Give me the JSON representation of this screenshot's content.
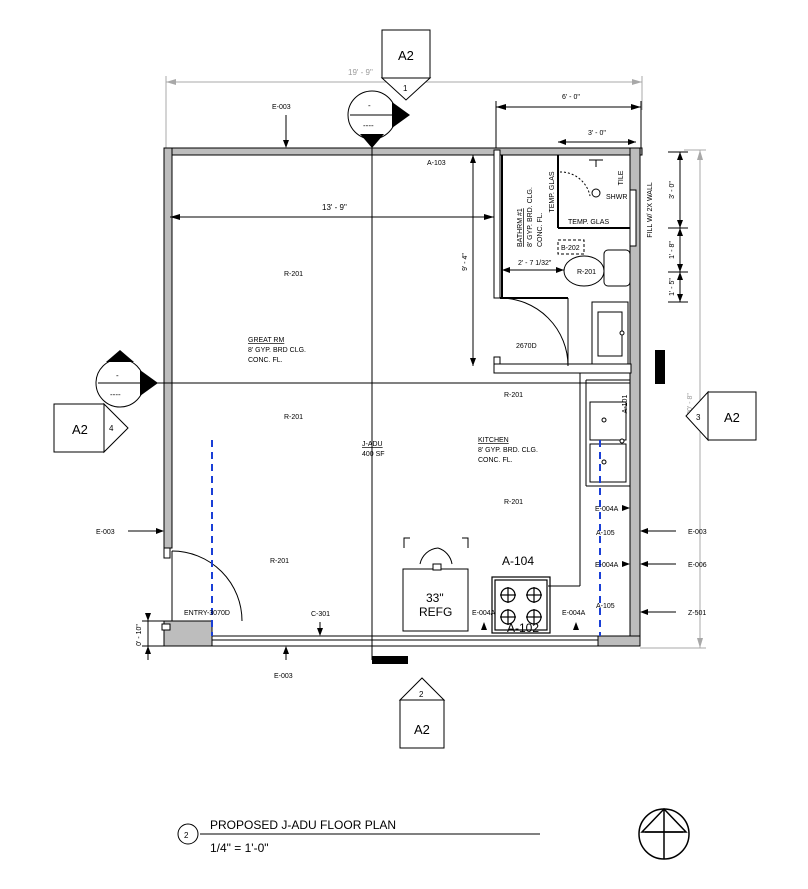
{
  "plan": {
    "title": "PROPOSED J-ADU FLOOR PLAN",
    "scale": "1/4\"  =  1'-0\"",
    "view_number": "2"
  },
  "dimensions": {
    "overall_width": "19' - 9\"",
    "overall_depth": "20' - 8\"",
    "great_room_width": "13' - 9\"",
    "bath_width": "6' - 0\"",
    "shower_width": "3' - 0\"",
    "bath_depth": "9' - 4\"",
    "toilet_offset": "2' - 7 1/32\"",
    "shower_depth": "3' - 0\"",
    "seg_1_8": "1' - 8\"",
    "seg_1_5": "1' - 5\"",
    "entry_step": "0' - 10\""
  },
  "sections": {
    "top": {
      "sheet": "A2",
      "number": "1"
    },
    "right": {
      "sheet": "A2",
      "number": "3"
    },
    "bottom": {
      "sheet": "A2",
      "number": "2"
    },
    "left": {
      "sheet": "A2",
      "number": "4"
    }
  },
  "elevations": {
    "top": {
      "upper": "-",
      "lower": "----"
    },
    "left": {
      "upper": "-",
      "lower": "----"
    }
  },
  "rooms": {
    "great_room": {
      "name": "GREAT RM",
      "ceiling": "8' GYP. BRD CLG.",
      "floor": "CONC. FL."
    },
    "bathroom": {
      "name": "BATHRM #1",
      "ceiling": "8' GYP. BRD. CLG.",
      "floor": "CONC. FL."
    },
    "kitchen": {
      "name": "KITCHEN",
      "ceiling": "8' GYP. BRD. CLG.",
      "floor": "CONC. FL."
    },
    "jadu": {
      "name": "J-ADU",
      "area": "400 SF"
    }
  },
  "tags": {
    "e003_top": "E-003",
    "e003_left": "E-003",
    "e003_bottom": "E-003",
    "e003_right": "E-003",
    "e006": "E-006",
    "z501": "Z-501",
    "a103": "A-103",
    "a101": "A-101",
    "a104": "A-104",
    "a105_1": "A-105",
    "a105_2": "A-105",
    "a102": "A-102",
    "e004a_r1": "E-004A",
    "e004a_r2": "E-004A",
    "e004a_b1": "E-004A",
    "e004a_b2": "E-004A",
    "c301": "C-301",
    "r201_1": "R-201",
    "r201_2": "R-201",
    "r201_3": "R-201",
    "r201_4": "R-201",
    "r201_5": "R-201",
    "r201_bath": "R-201",
    "b202": "B-202",
    "door_bath": "2670D",
    "door_entry": "ENTRY-3070D",
    "temp_glass_1": "TEMP. GLAS",
    "temp_glass_2": "TEMP. GLAS",
    "shwr": "SHWR",
    "tile": "TILE",
    "fill_wall": "FILL W/ 2X WALL",
    "refg_size": "33\"",
    "refg_label": "REFG"
  }
}
